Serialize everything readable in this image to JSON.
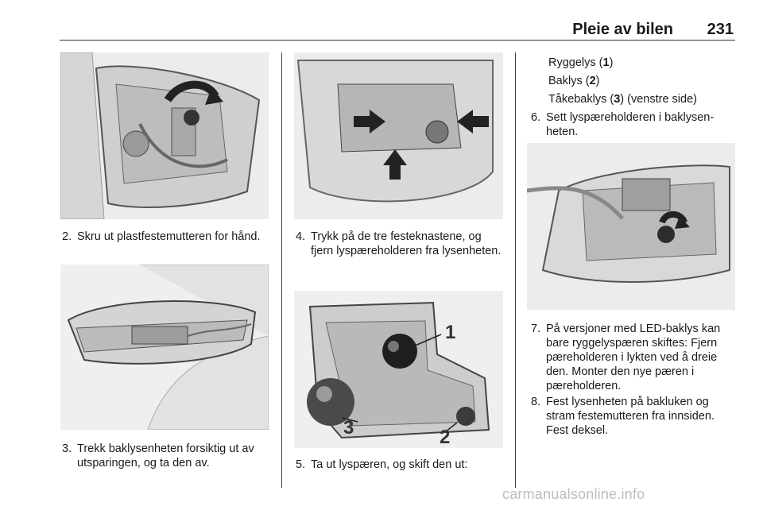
{
  "header": {
    "title": "Pleie av bilen",
    "page_number": "231"
  },
  "steps": {
    "s2": {
      "num": "2.",
      "text": "Skru ut plastfestemutteren for hånd."
    },
    "s3": {
      "num": "3.",
      "text": "Trekk baklysenheten forsiktig ut av utsparingen, og ta den av."
    },
    "s4": {
      "num": "4.",
      "text": "Trykk på de tre festeknastene, og fjern lyspæreholderen fra lysen­heten."
    },
    "s5": {
      "num": "5.",
      "text": "Ta ut lyspæren, og skift den ut:"
    },
    "s6": {
      "num": "6.",
      "text": "Sett lyspæreholderen i baklysen­heten."
    },
    "s7": {
      "num": "7.",
      "text": "På versjoner med LED-baklys kan bare ryggelyspæren skiftes: Fjern pæreholderen i lykten ved å dreie den. Monter den nye pæren i pæreholderen."
    },
    "s8": {
      "num": "8.",
      "text": "Fest lysenheten på bakluken og stram festemutteren fra innsiden. Fest deksel."
    }
  },
  "bulb_list": {
    "reverse": {
      "label": "Ryggelys (",
      "num": "1",
      "end": ")"
    },
    "tail": {
      "label": "Baklys (",
      "num": "2",
      "end": ")"
    },
    "fog": {
      "label": "Tåkebaklys (",
      "num": "3",
      "end": ") (venstre side)"
    }
  },
  "figure_callouts": {
    "c1": "1",
    "c2": "2",
    "c3": "3"
  },
  "footer": {
    "watermark": "carmanualsonline.info"
  }
}
